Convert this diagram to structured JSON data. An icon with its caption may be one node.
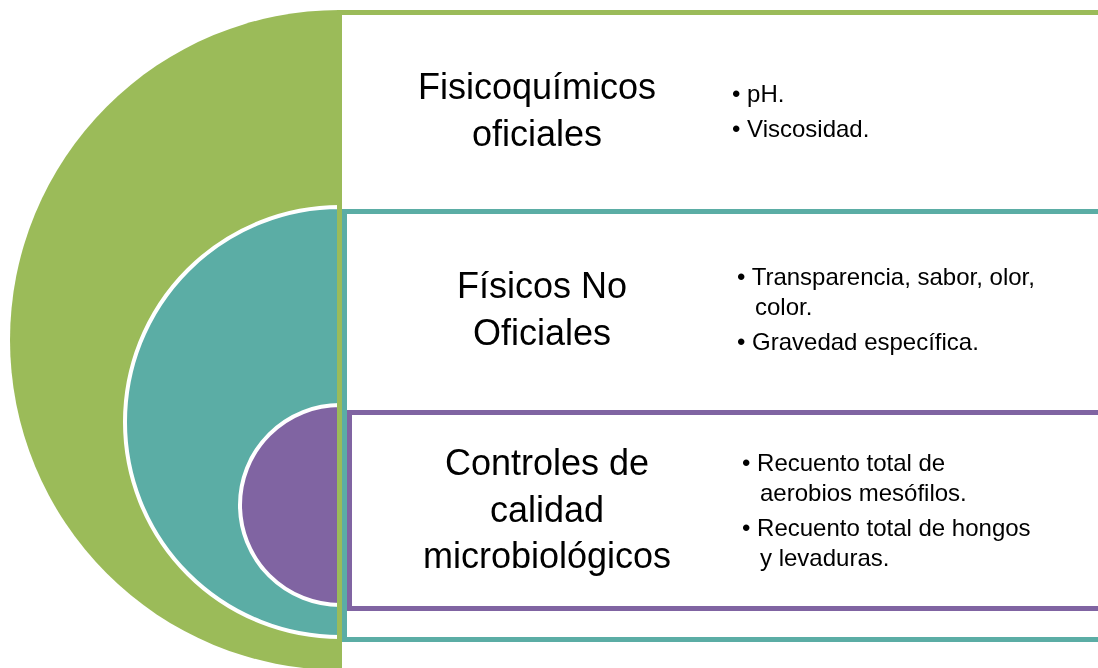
{
  "diagram": {
    "nodes": [
      {
        "text": [
          "Fisicoquímicos oficiales",
          "• pH.",
          "• Viscosidad."
        ]
      },
      {
        "text": [
          "Físicos No Oficiales",
          "• Transparencia, sabor, olor, color.",
          "• Gravedad específica."
        ],
        "in": 0
      },
      {
        "text": [
          "Controles de calidad microbiológicos",
          "• Recuento total de aerobios mesófilos.",
          "• Recuento total de hongos y levaduras."
        ],
        "in": 1
      }
    ]
  }
}
